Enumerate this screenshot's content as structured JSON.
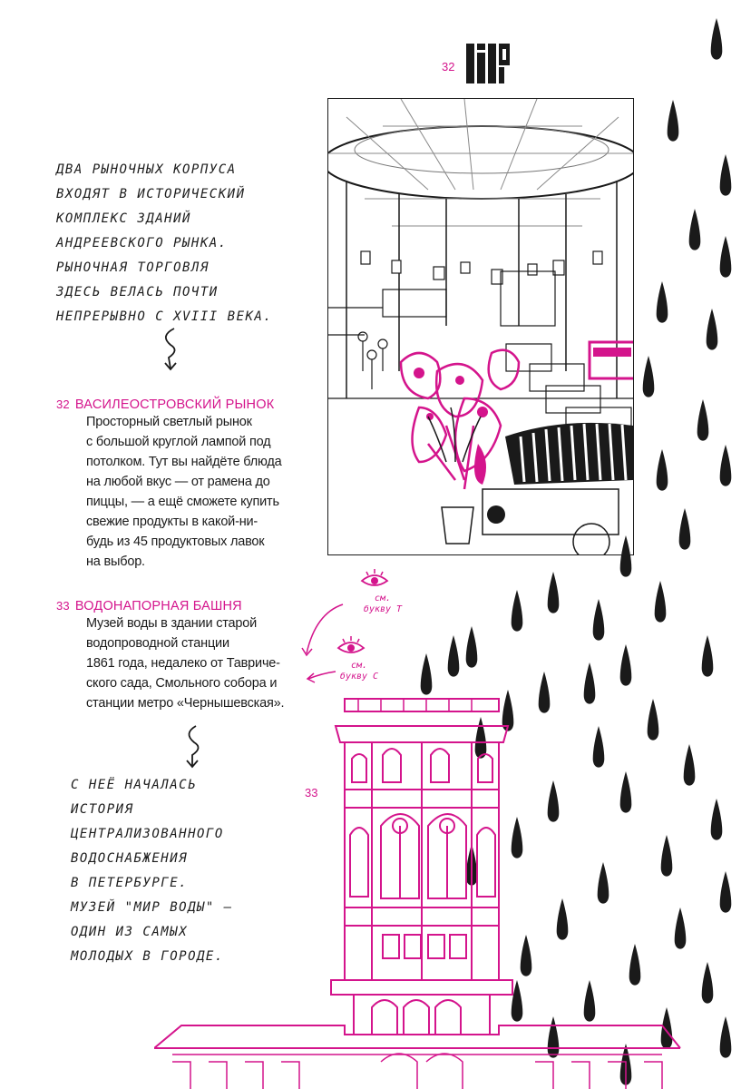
{
  "page": {
    "number": "32",
    "second_mark": "33"
  },
  "handwritten_top": [
    "Два рыночных корпуса",
    "входят в исторический",
    "комплекс зданий",
    "Андреевского рынка.",
    "Рыночная торговля",
    "здесь велась почти",
    "непрерывно с XVIII века."
  ],
  "entries": [
    {
      "number": "32",
      "title": "ВАСИЛЕОСТРОВСКИЙ РЫНОК",
      "body_lines": [
        "Просторный светлый рынок",
        "с большой круглой лампой под",
        "потолком. Тут вы найдёте блюда",
        "на любой вкус — от рамена до",
        "пиццы, — а ещё сможете купить",
        "свежие продукты в какой-ни-",
        "будь из 45 продуктовых лавок",
        "на выбор."
      ]
    },
    {
      "number": "33",
      "title": "ВОДОНАПОРНАЯ БАШНЯ",
      "body_lines": [
        "Музей воды в здании старой",
        "водопроводной станции",
        "1861 года, недалеко от Тавриче-",
        "ского сада, Смольного собора и",
        "станции метро «Чернышевская»."
      ]
    }
  ],
  "eye_notes": [
    {
      "text1": "см.",
      "text2": "букву Т"
    },
    {
      "text1": "см.",
      "text2": "букву С"
    }
  ],
  "handwritten_bottom": [
    "С неё началась",
    "история",
    "централизованного",
    "водоснабжения",
    "в Петербурге.",
    "Музей \"Мир воды\" —",
    "один из самых",
    "молодых в городе."
  ],
  "colors": {
    "accent": "#d4148c",
    "ink": "#1a1a1a"
  }
}
